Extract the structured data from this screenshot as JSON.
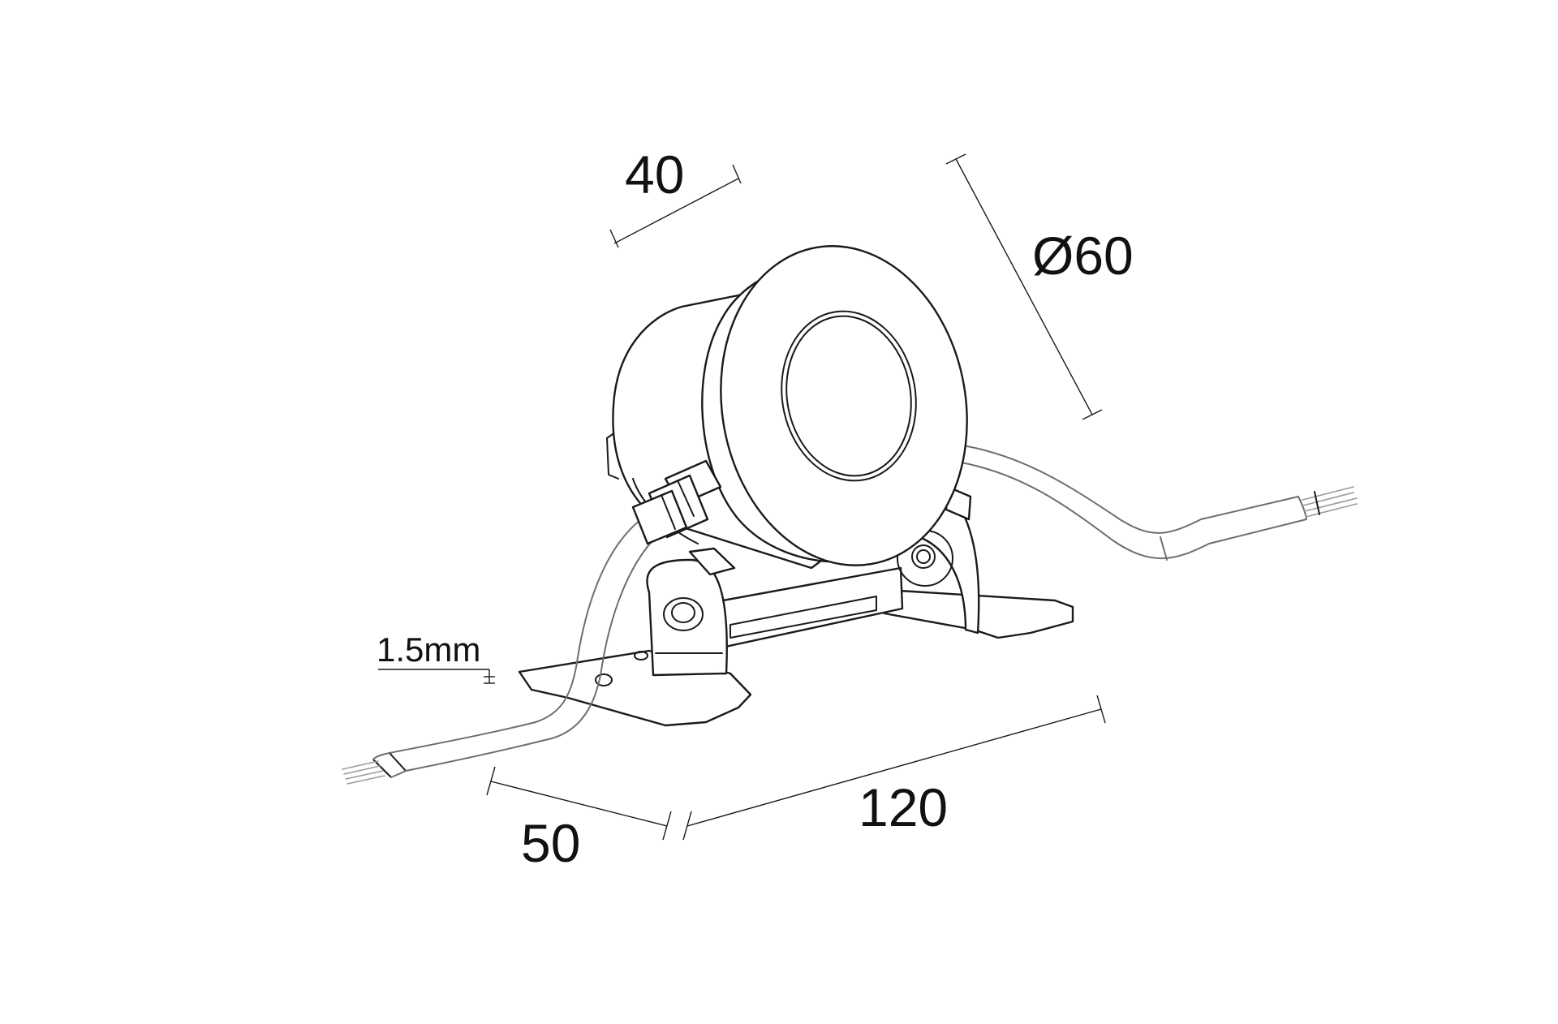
{
  "dimensions": {
    "depth": "40",
    "diameter": "Ø60",
    "cable_size": "1.5mm",
    "base_width": "50",
    "base_length": "120"
  }
}
